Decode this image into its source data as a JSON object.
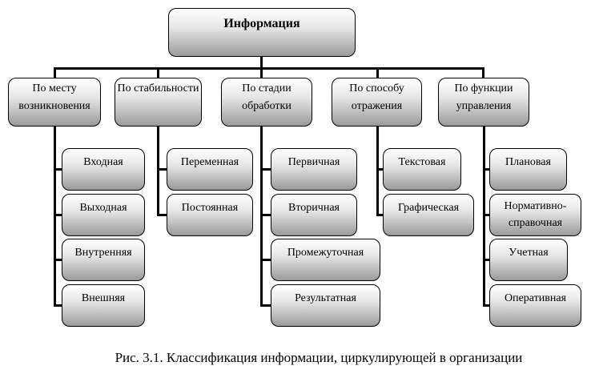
{
  "root": "Информация",
  "categories": [
    {
      "label": "По месту возникновения",
      "children": [
        "Входная",
        "Выходная",
        "Внутренняя",
        "Внешняя"
      ]
    },
    {
      "label": "По стабильности",
      "children": [
        "Переменная",
        "Постоянная"
      ]
    },
    {
      "label": "По стадии обработки",
      "children": [
        "Первичная",
        "Вторичная",
        "Промежуточная",
        "Результатная"
      ]
    },
    {
      "label": "По способу отражения",
      "children": [
        "Текстовая",
        "Графическая"
      ]
    },
    {
      "label": "По функции управления",
      "children": [
        "Плановая",
        "Нормативно-справочная",
        "Учетная",
        "Оперативная"
      ]
    }
  ],
  "caption": "Рис. 3.1. Классификация информации, циркулирующей в организации"
}
